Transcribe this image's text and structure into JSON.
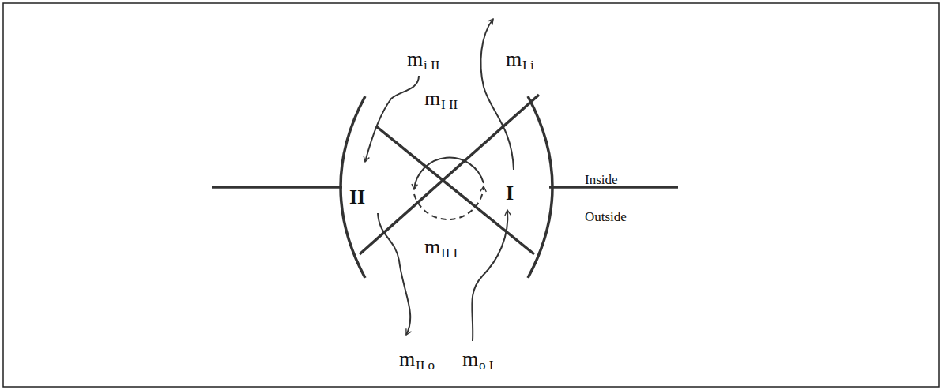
{
  "diagram": {
    "labels": [
      "m",
      "i II",
      "m",
      "I i",
      "m",
      "I II",
      "II",
      "I",
      "Inside",
      "Outside",
      "m",
      "II I",
      "m",
      "II o",
      "m",
      "o I"
    ]
  }
}
